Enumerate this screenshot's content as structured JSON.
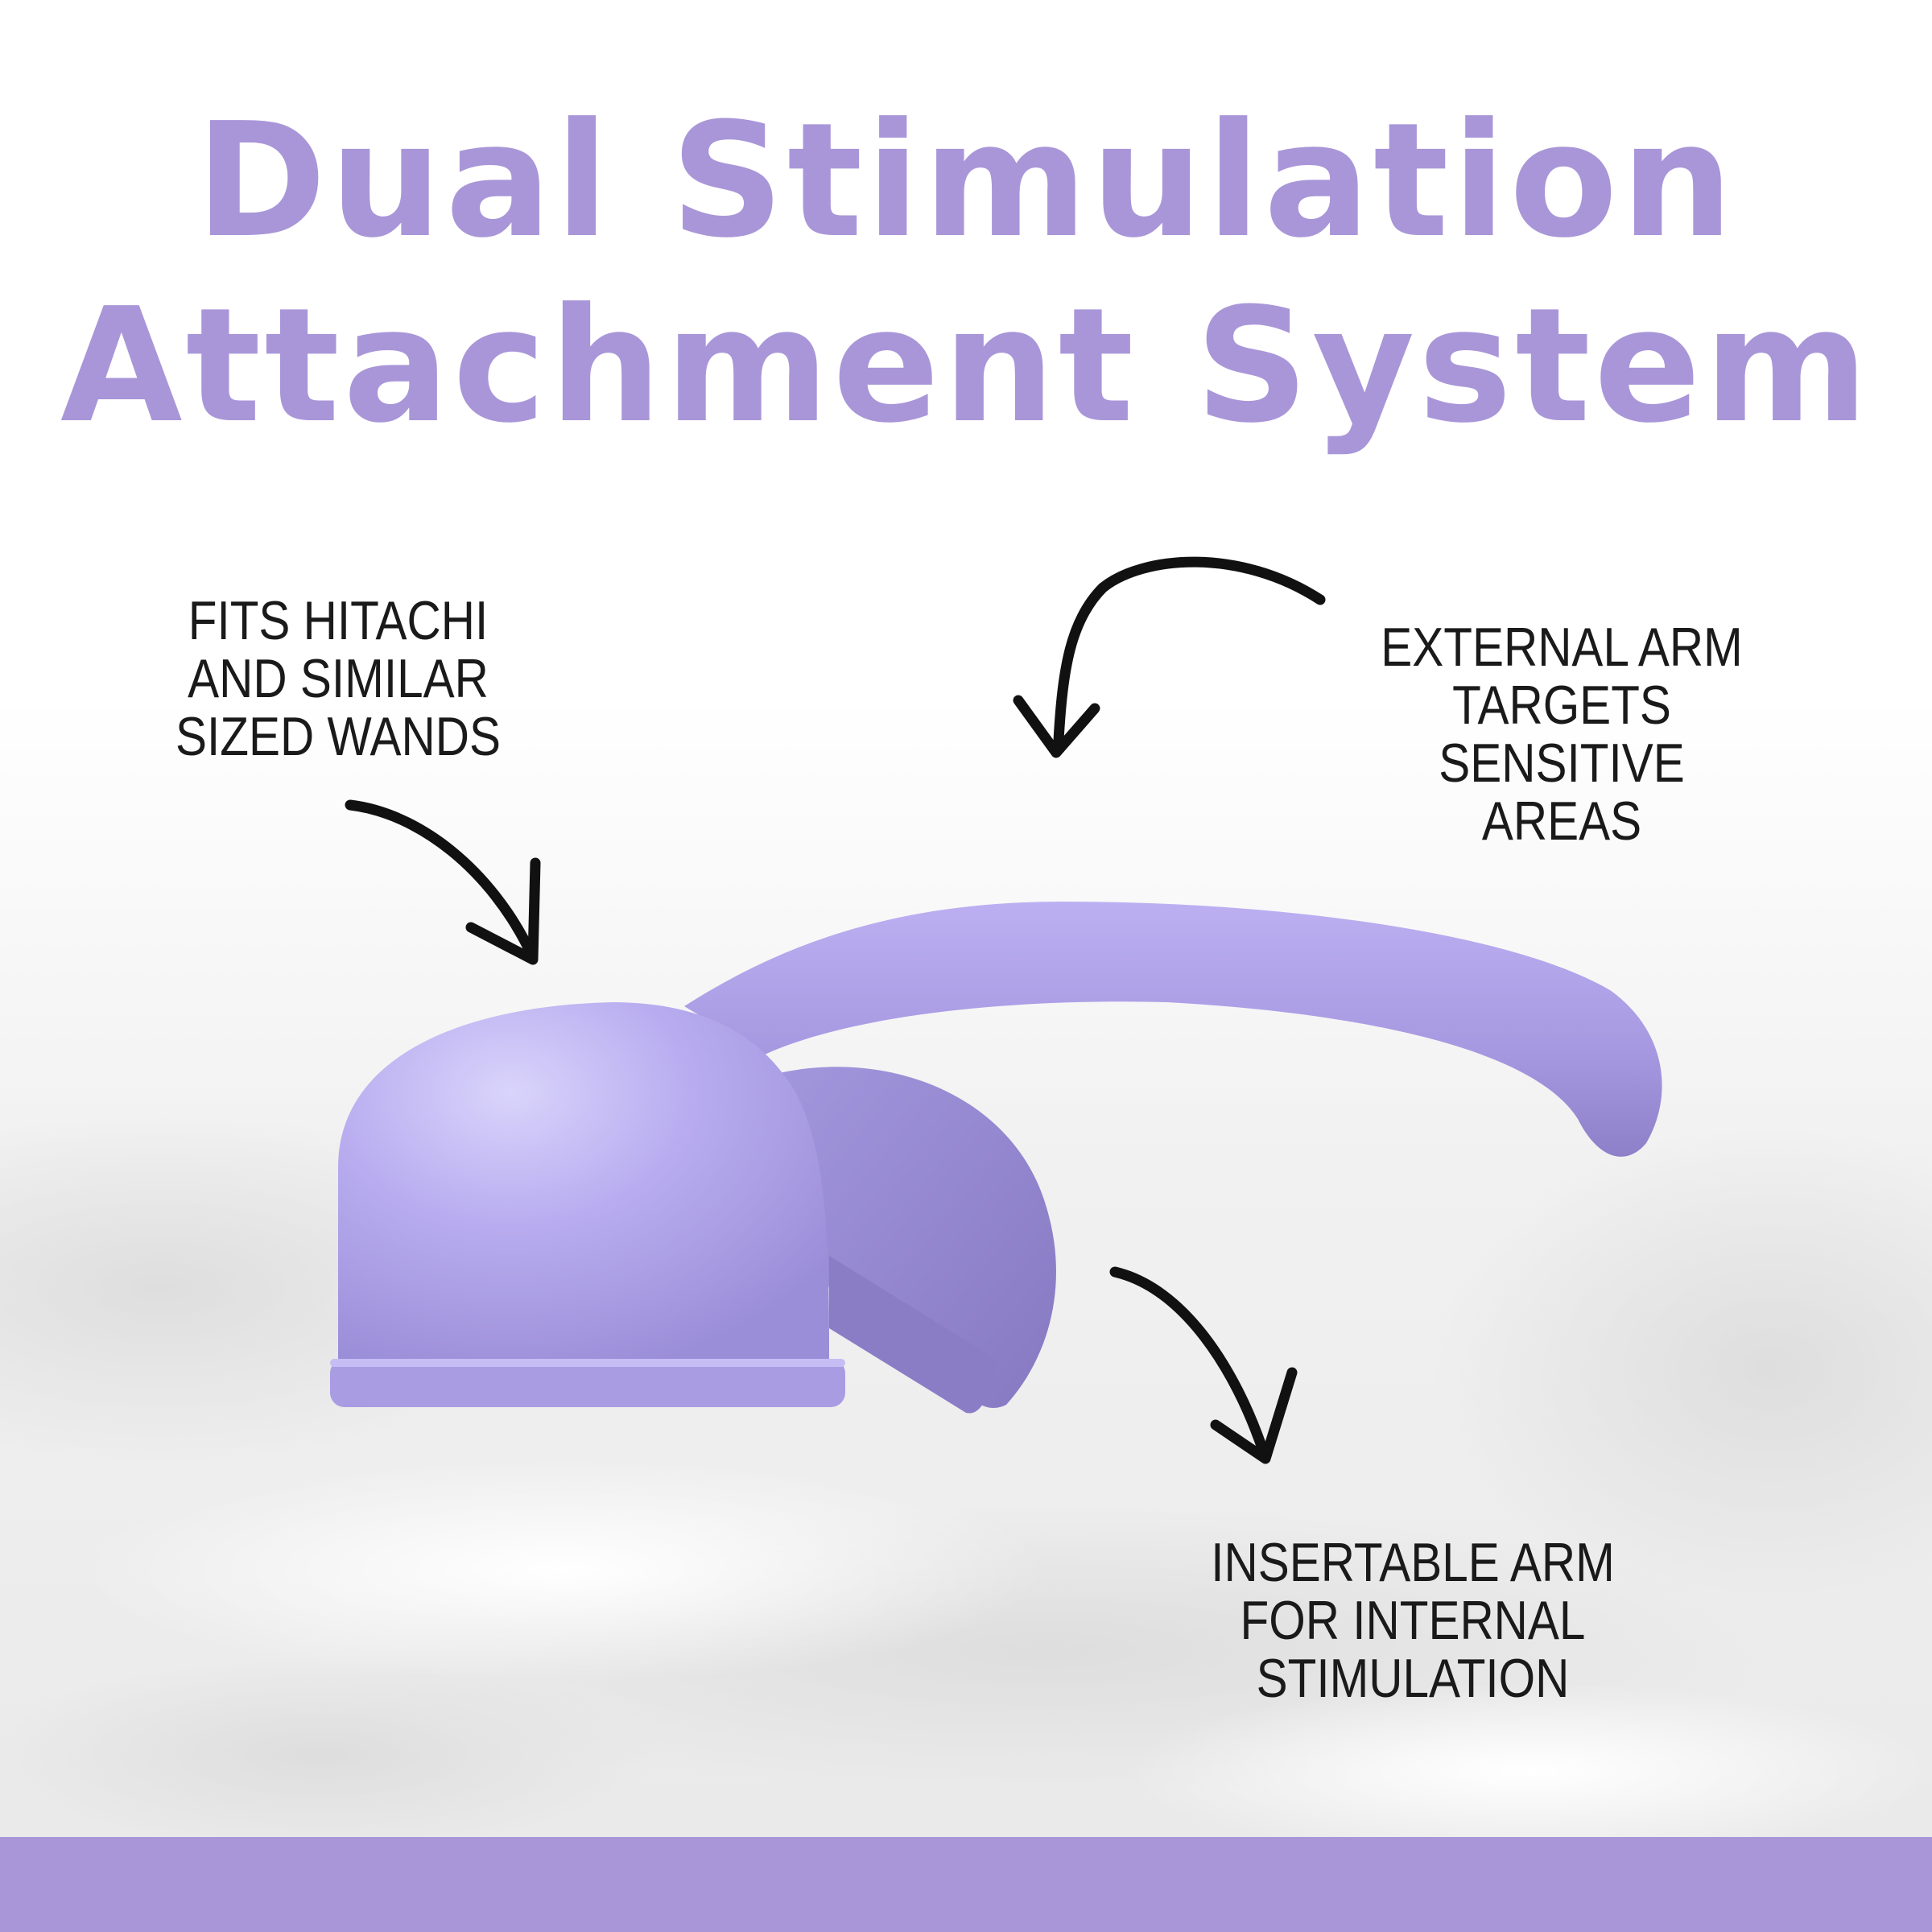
{
  "colors": {
    "accent": "#a996d8",
    "product": "#b2a6ec",
    "text": "#1a1a1a",
    "arrow": "#111111"
  },
  "title": {
    "line1": "Dual Stimulation",
    "line2": "Attachment System"
  },
  "callouts": {
    "fits": [
      "FITS HITACHI",
      "AND SIMILAR",
      "SIZED WANDS"
    ],
    "external": [
      "EXTERNAL ARM",
      "TARGETS SENSITIVE",
      "AREAS"
    ],
    "insertable": [
      "INSERTABLE ARM",
      "FOR INTERNAL",
      "STIMULATION"
    ]
  },
  "icons": {
    "arrow": "curved-arrow-icon",
    "product": "wand-attachment-image"
  }
}
